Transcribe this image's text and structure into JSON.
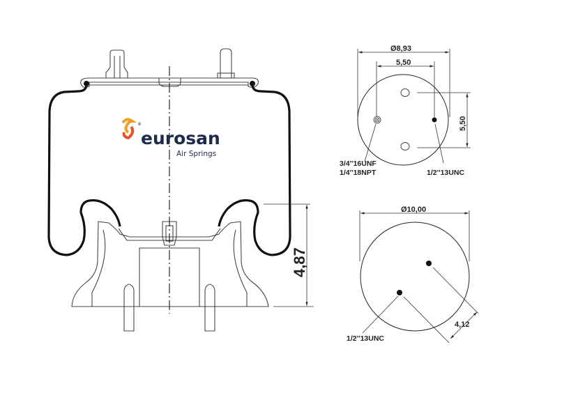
{
  "brand": {
    "name": "eurosan",
    "tagline": "Air Springs",
    "registered": "®",
    "text_color": "#1f2b4d",
    "swirl_colors": [
      "#f0a02a",
      "#e5562a"
    ]
  },
  "side_view": {
    "height_dimension": "4,87"
  },
  "top_plate_view": {
    "diameter": "Ø8,93",
    "hole_spacing_horizontal": "5,50",
    "hole_spacing_vertical": "5,50",
    "air_fitting_label_1": "3/4''16UNF",
    "air_fitting_label_2": "1/4''18NPT",
    "stud_label": "1/2''13UNC"
  },
  "bottom_plate_view": {
    "diameter": "Ø10,00",
    "stud_spacing": "4,12",
    "stud_label": "1/2''13UNC"
  }
}
